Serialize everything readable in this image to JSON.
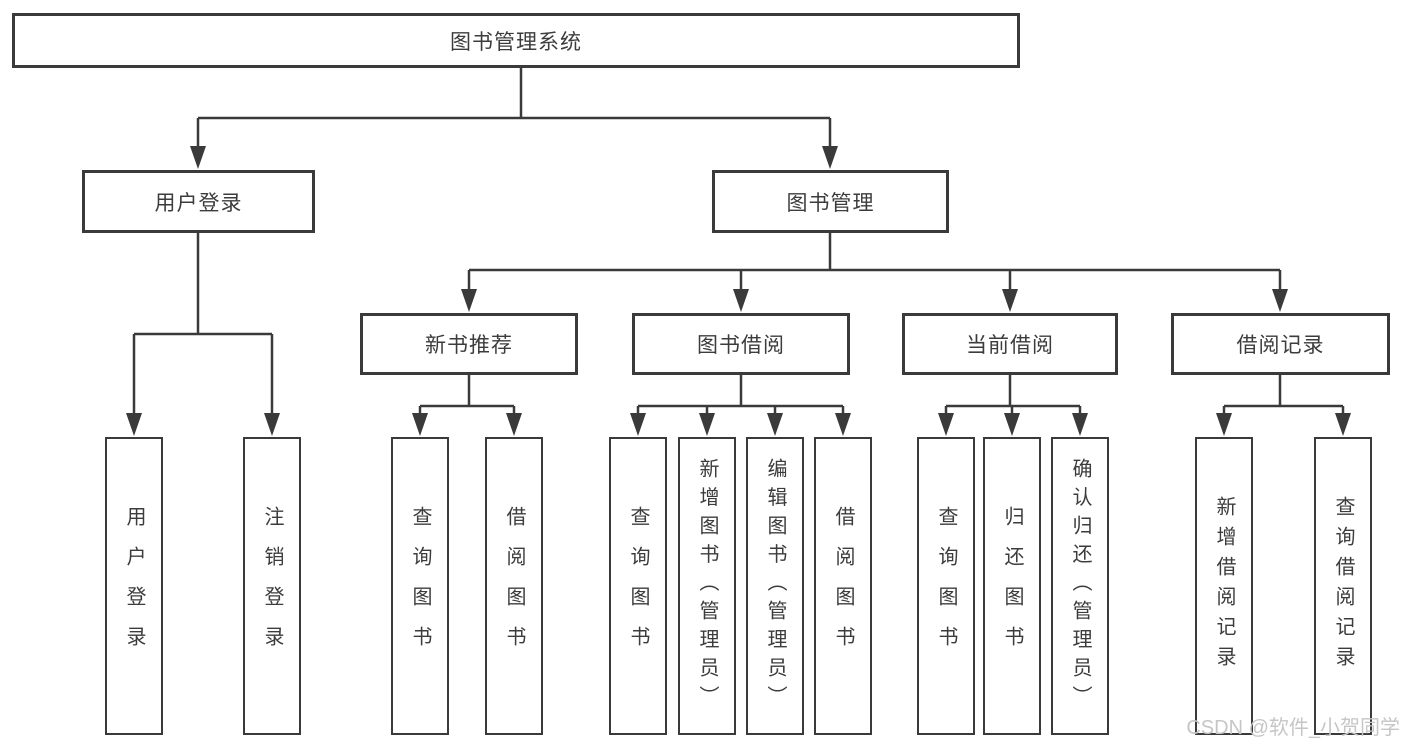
{
  "tree": {
    "label": "图书管理系统",
    "children": [
      {
        "label": "用户登录",
        "children": [
          {
            "label": "用户登录"
          },
          {
            "label": "注销登录"
          }
        ]
      },
      {
        "label": "图书管理",
        "children": [
          {
            "label": "新书推荐",
            "children": [
              {
                "label": "查询图书"
              },
              {
                "label": "借阅图书"
              }
            ]
          },
          {
            "label": "图书借阅",
            "children": [
              {
                "label": "查询图书"
              },
              {
                "label": "新增图书（管理员）"
              },
              {
                "label": "编辑图书（管理员）"
              },
              {
                "label": "借阅图书"
              }
            ]
          },
          {
            "label": "当前借阅",
            "children": [
              {
                "label": "查询图书"
              },
              {
                "label": "归还图书"
              },
              {
                "label": "确认归还（管理员）"
              }
            ]
          },
          {
            "label": "借阅记录",
            "children": [
              {
                "label": "新增借阅记录"
              },
              {
                "label": "查询借阅记录"
              }
            ]
          }
        ]
      }
    ]
  },
  "watermark": "CSDN @软件_小贺同学",
  "colors": {
    "line": "#3a3a3a",
    "box_border": "#3a3a3a",
    "box_fill": "#ffffff",
    "text": "#3c3c3c",
    "watermark": "#c6c6c6"
  }
}
